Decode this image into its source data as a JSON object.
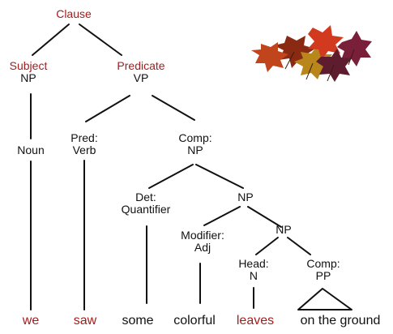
{
  "colors": {
    "accent": "#a31d1d",
    "text": "#111111",
    "line": "#111111",
    "leaves": [
      "#8b2a12",
      "#c0451c",
      "#b8861a",
      "#7a1f3a",
      "#d13a1e",
      "#5e1d2e"
    ]
  },
  "tree": {
    "clause": {
      "label": "Clause"
    },
    "subject": {
      "role": "Subject",
      "category": "NP"
    },
    "predicate": {
      "role": "Predicate",
      "category": "VP"
    },
    "noun": {
      "label": "Noun"
    },
    "pred_verb": {
      "role": "Pred:",
      "category": "Verb"
    },
    "comp_np": {
      "role": "Comp:",
      "category": "NP"
    },
    "det_quantifier": {
      "role": "Det:",
      "category": "Quantifier"
    },
    "np_1": {
      "label": "NP"
    },
    "modifier_adj": {
      "role": "Modifier:",
      "category": "Adj"
    },
    "np_2": {
      "label": "NP"
    },
    "head_n": {
      "role": "Head:",
      "category": "N"
    },
    "comp_pp": {
      "role": "Comp:",
      "category": "PP"
    }
  },
  "leaves": {
    "we": "we",
    "saw": "saw",
    "some": "some",
    "colorful": "colorful",
    "leaves": "leaves",
    "on_the_ground": "on the ground"
  },
  "illustration": {
    "icon": "autumn-leaves-icon"
  }
}
